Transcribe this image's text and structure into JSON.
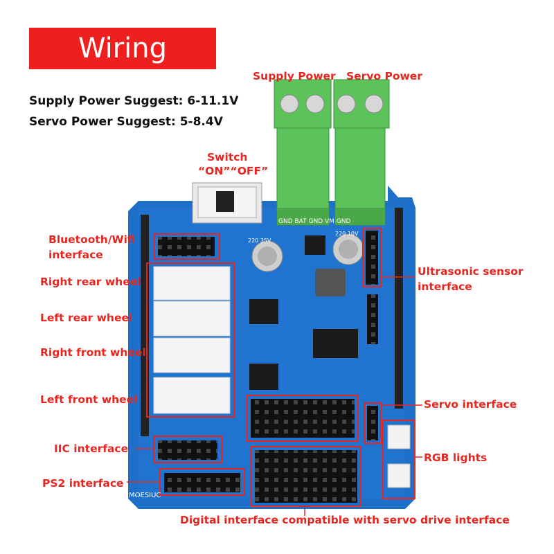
{
  "title": "Wiring",
  "notes": {
    "supply": "Supply Power Suggest: 6-11.1V",
    "servo": "Servo Power Suggest: 5-8.4V"
  },
  "labels": {
    "supply_power": "Supply Power",
    "servo_power": "Servo Power",
    "switch_title": "Switch",
    "switch_states": "“ON”“OFF”",
    "bluetooth": "Bluetooth/Wifi",
    "bluetooth2": "interface",
    "right_rear": "Right rear wheel",
    "left_rear": "Left rear wheel",
    "right_front": "Right front wheel",
    "left_front": "Left front wheel",
    "iic": "IIC interface",
    "ps2": "PS2 interface",
    "ultrasonic": "Ultrasonic sensor",
    "ultrasonic2": "interface",
    "servo_interface": "Servo interface",
    "rgb": "RGB lights",
    "digital": "Digital interface compatible with servo drive interface"
  },
  "board_text": {
    "terminal_pins": "GND BAT  GND VM  GND",
    "cap_left": "220 35V",
    "cap_right": "220 10V",
    "brand": "MOESIUC"
  },
  "colors": {
    "accent_red": "#e8251f",
    "board_blue": "#1e6fc8",
    "terminal_green": "#5cc25a"
  }
}
